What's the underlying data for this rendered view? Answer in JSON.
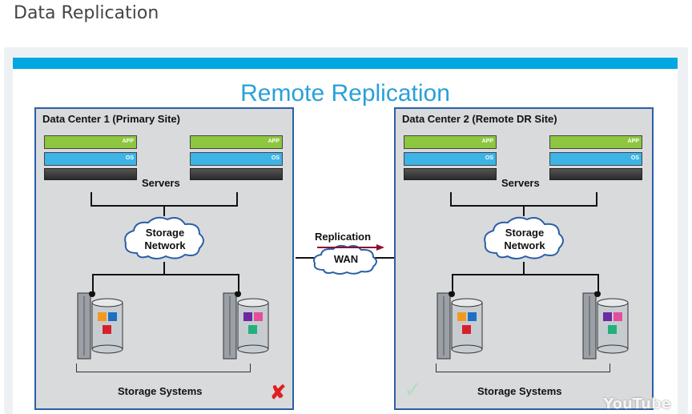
{
  "page": {
    "title": "Data Replication"
  },
  "slide": {
    "title": "Remote Replication",
    "primary": {
      "title": "Data Center 1 (Primary Site)",
      "servers_label": "Servers",
      "network_label_1": "Storage",
      "network_label_2": "Network",
      "storage_label": "Storage Systems",
      "status_icon": "x-mark-icon"
    },
    "remote": {
      "title": "Data Center 2 (Remote DR Site)",
      "servers_label": "Servers",
      "network_label_1": "Storage",
      "network_label_2": "Network",
      "storage_label": "Storage Systems",
      "status_icon": "check-mark-icon"
    },
    "server_app_tag": "APP",
    "server_os_tag": "OS",
    "link": {
      "replication_label": "Replication",
      "wan_label": "WAN"
    },
    "status_x": "✘",
    "status_check": "✓"
  },
  "watermark": "YouTube",
  "colors": {
    "accent": "#00a7e1",
    "title_blue": "#2aa0d8",
    "panel_border": "#2b5fa6",
    "app_green": "#8dc63f",
    "os_blue": "#3cb4e6",
    "fail_red": "#e02020"
  }
}
